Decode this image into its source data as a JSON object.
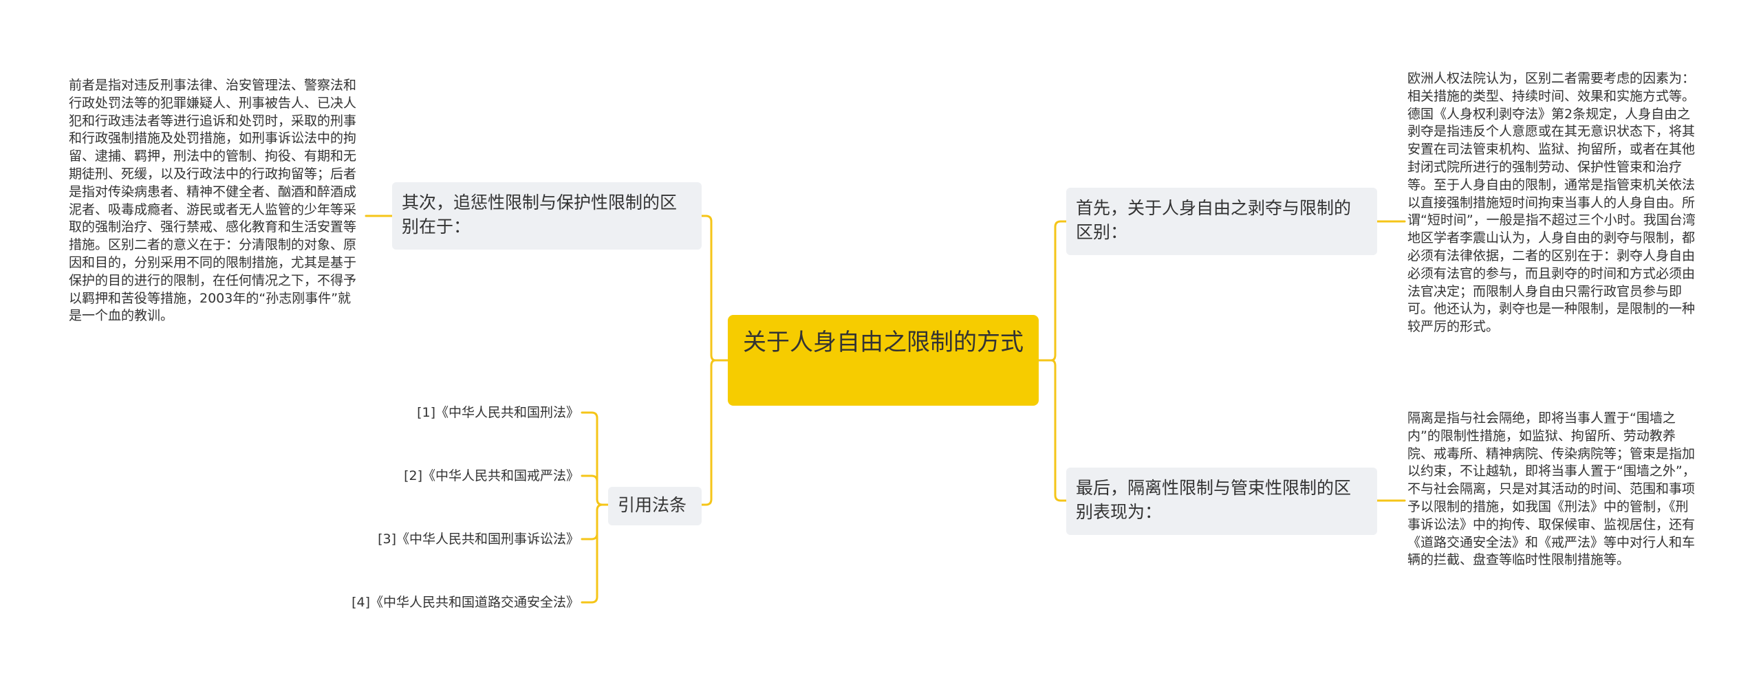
{
  "root": {
    "title": "关于人身自由之限制的方式"
  },
  "branches": {
    "second": {
      "label": "其次，追惩性限制与保护性限制的区别在于：",
      "detail": "前者是指对违反刑事法律、治安管理法、警察法和行政处罚法等的犯罪嫌疑人、刑事被告人、已决人犯和行政违法者等进行追诉和处罚时，采取的刑事和行政强制措施及处罚措施，如刑事诉讼法中的拘留、逮捕、羁押，刑法中的管制、拘役、有期和无期徒刑、死缓，以及行政法中的行政拘留等；后者是指对传染病患者、精神不健全者、酗酒和醉酒成泥者、吸毒成瘾者、游民或者无人监管的少年等采取的强制治疗、强行禁戒、感化教育和生活安置等措施。区别二者的意义在于：分清限制的对象、原因和目的，分别采用不同的限制措施，尤其是基于保护的目的进行的限制，在任何情况之下，不得予以羁押和苦役等措施，2003年的“孙志刚事件”就是一个血的教训。"
    },
    "first": {
      "label": "首先，关于人身自由之剥夺与限制的区别：",
      "detail": "欧洲人权法院认为，区别二者需要考虑的因素为：相关措施的类型、持续时间、效果和实施方式等。 德国《人身权利剥夺法》第2条规定，人身自由之剥夺是指违反个人意愿或在其无意识状态下，将其安置在司法管束机构、监狱、拘留所，或者在其他封闭式院所进行的强制劳动、保护性管束和治疗等。至于人身自由的限制，通常是指管束机关依法以直接强制措施短时间拘束当事人的人身自由。所谓“短时间”，一般是指不超过三个小时。我国台湾地区学者李震山认为，人身自由的剥夺与限制，都必须有法律依据，二者的区别在于：剥夺人身自由必须有法官的参与，而且剥夺的时间和方式必须由法官决定；而限制人身自由只需行政官员参与即可。他还认为，剥夺也是一种限制，是限制的一种较严厉的形式。"
    },
    "last": {
      "label": "最后，隔离性限制与管束性限制的区别表现为：",
      "detail": "隔离是指与社会隔绝，即将当事人置于“围墙之内”的限制性措施，如监狱、拘留所、劳动教养院、戒毒所、精神病院、传染病院等；管束是指加以约束，不让越轨，即将当事人置于“围墙之外”，不与社会隔离，只是对其活动的时间、范围和事项予以限制的措施，如我国《刑法》中的管制，《刑事诉讼法》中的拘传、取保候审、监视居住，还有《道路交通安全法》和《戒严法》等中对行人和车辆的拦截、盘查等临时性限制措施等。"
    },
    "refs": {
      "label": "引用法条",
      "items": [
        "[1]《中华人民共和国刑法》",
        "[2]《中华人民共和国戒严法》",
        "[3]《中华人民共和国刑事诉讼法》",
        "[4]《中华人民共和国道路交通安全法》"
      ]
    }
  },
  "colors": {
    "root_fill": "#f6cc00",
    "branch_fill": "#eef0f3",
    "connector": "#f5c518"
  }
}
